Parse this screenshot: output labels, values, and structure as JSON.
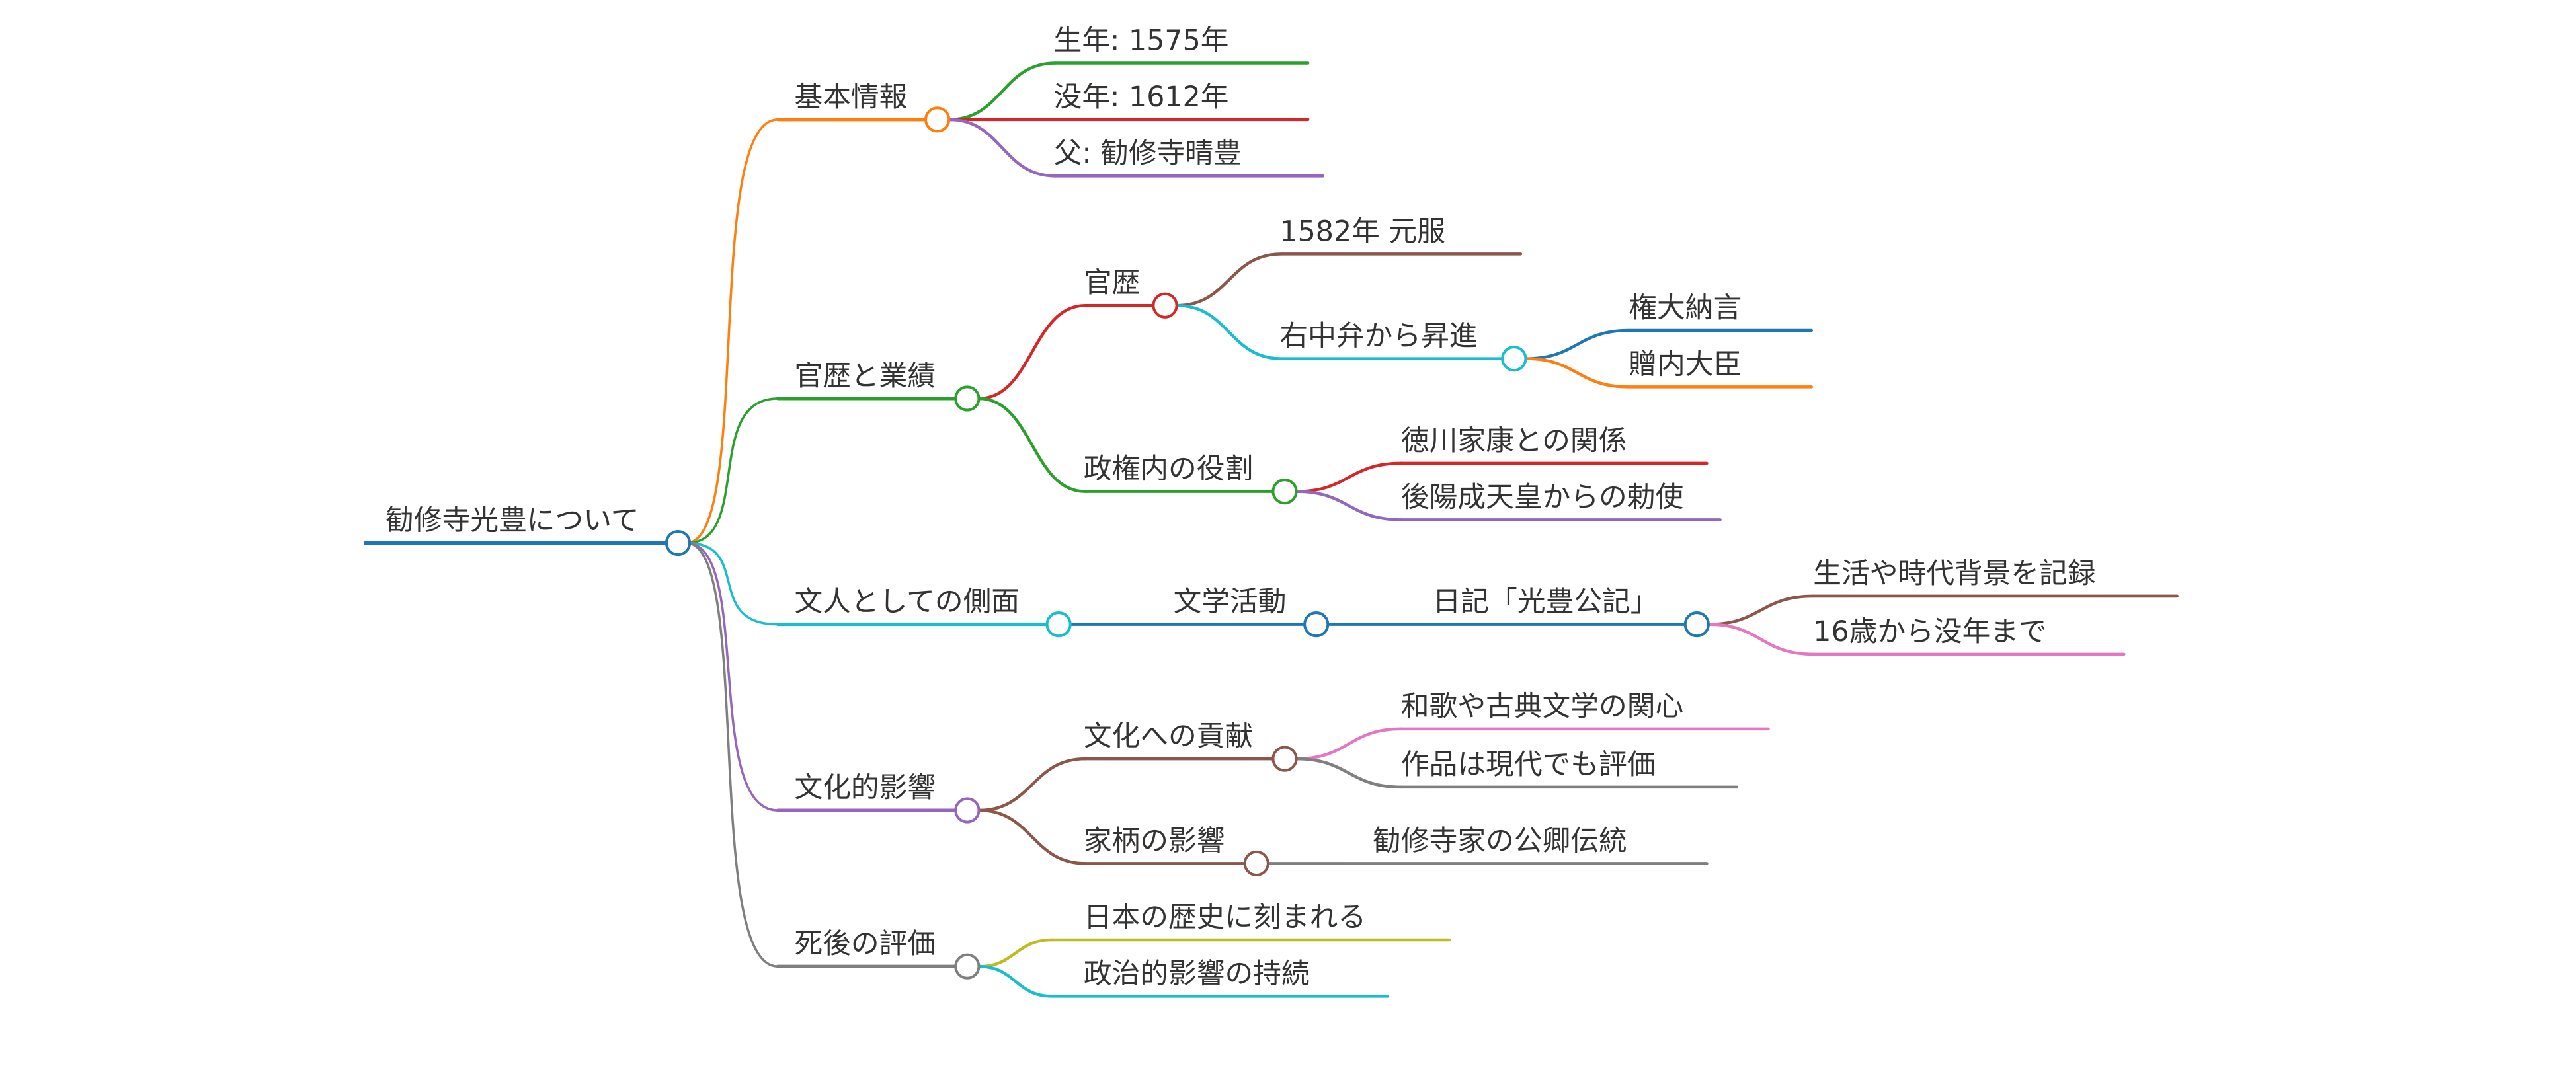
{
  "mindmap": {
    "root": {
      "label": "勧修寺光豊について",
      "color": "#1f77b4"
    },
    "branches": [
      {
        "label": "基本情報",
        "color": "#ff7f0e",
        "children": [
          {
            "label": "生年: 1575年",
            "color": "#2ca02c"
          },
          {
            "label": "没年: 1612年",
            "color": "#d62728"
          },
          {
            "label": "父: 勧修寺晴豊",
            "color": "#9467bd"
          }
        ]
      },
      {
        "label": "官歴と業績",
        "color": "#2ca02c",
        "children": [
          {
            "label": "官歴",
            "color": "#d62728",
            "children": [
              {
                "label": "1582年 元服",
                "color": "#8c564b"
              },
              {
                "label": "右中弁から昇進",
                "color": "#17becf",
                "children": [
                  {
                    "label": "権大納言",
                    "color": "#1f77b4"
                  },
                  {
                    "label": "贈内大臣",
                    "color": "#ff7f0e"
                  }
                ]
              }
            ]
          },
          {
            "label": "政権内の役割",
            "color": "#2ca02c",
            "children": [
              {
                "label": "徳川家康との関係",
                "color": "#d62728"
              },
              {
                "label": "後陽成天皇からの勅使",
                "color": "#9467bd"
              }
            ]
          }
        ]
      },
      {
        "label": "文人としての側面",
        "color": "#17becf",
        "children": [
          {
            "label": "文学活動",
            "color": "#1f77b4",
            "children": [
              {
                "label": "日記「光豊公記」",
                "color": "#1f77b4",
                "children": [
                  {
                    "label": "生活や時代背景を記録",
                    "color": "#8c564b"
                  },
                  {
                    "label": "16歳から没年まで",
                    "color": "#e377c2"
                  }
                ]
              }
            ]
          }
        ]
      },
      {
        "label": "文化的影響",
        "color": "#9467bd",
        "children": [
          {
            "label": "文化への貢献",
            "color": "#8c564b",
            "children": [
              {
                "label": "和歌や古典文学の関心",
                "color": "#e377c2"
              },
              {
                "label": "作品は現代でも評価",
                "color": "#7f7f7f"
              }
            ]
          },
          {
            "label": "家柄の影響",
            "color": "#8c564b",
            "children": [
              {
                "label": "勧修寺家の公卿伝統",
                "color": "#7f7f7f"
              }
            ]
          }
        ]
      },
      {
        "label": "死後の評価",
        "color": "#7f7f7f",
        "children": [
          {
            "label": "日本の歴史に刻まれる",
            "color": "#bcbd22"
          },
          {
            "label": "政治的影響の持続",
            "color": "#17becf"
          }
        ]
      }
    ]
  }
}
